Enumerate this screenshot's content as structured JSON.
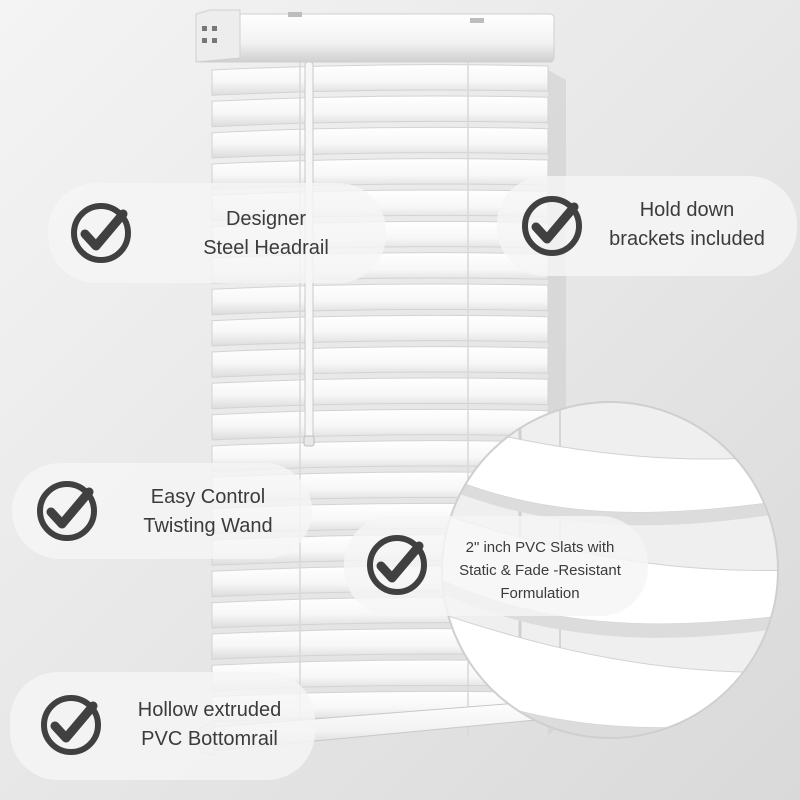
{
  "colors": {
    "accent": "#404040",
    "pill_background": "#f5f5f5",
    "blind_white": "#ffffff"
  },
  "icons": {
    "feature_check": "check-circle-icon"
  },
  "features": {
    "headrail": {
      "line1": "Designer",
      "line2": "Steel Headrail"
    },
    "brackets": {
      "line1": "Hold down",
      "line2": "brackets included"
    },
    "wand": {
      "line1": "Easy Control",
      "line2": "Twisting Wand"
    },
    "slats": {
      "line1": "2\" inch PVC Slats with",
      "line2": "Static & Fade -Resistant",
      "line3": "Formulation"
    },
    "bottomrail": {
      "line1": "Hollow extruded",
      "line2": "PVC Bottomrail"
    }
  }
}
